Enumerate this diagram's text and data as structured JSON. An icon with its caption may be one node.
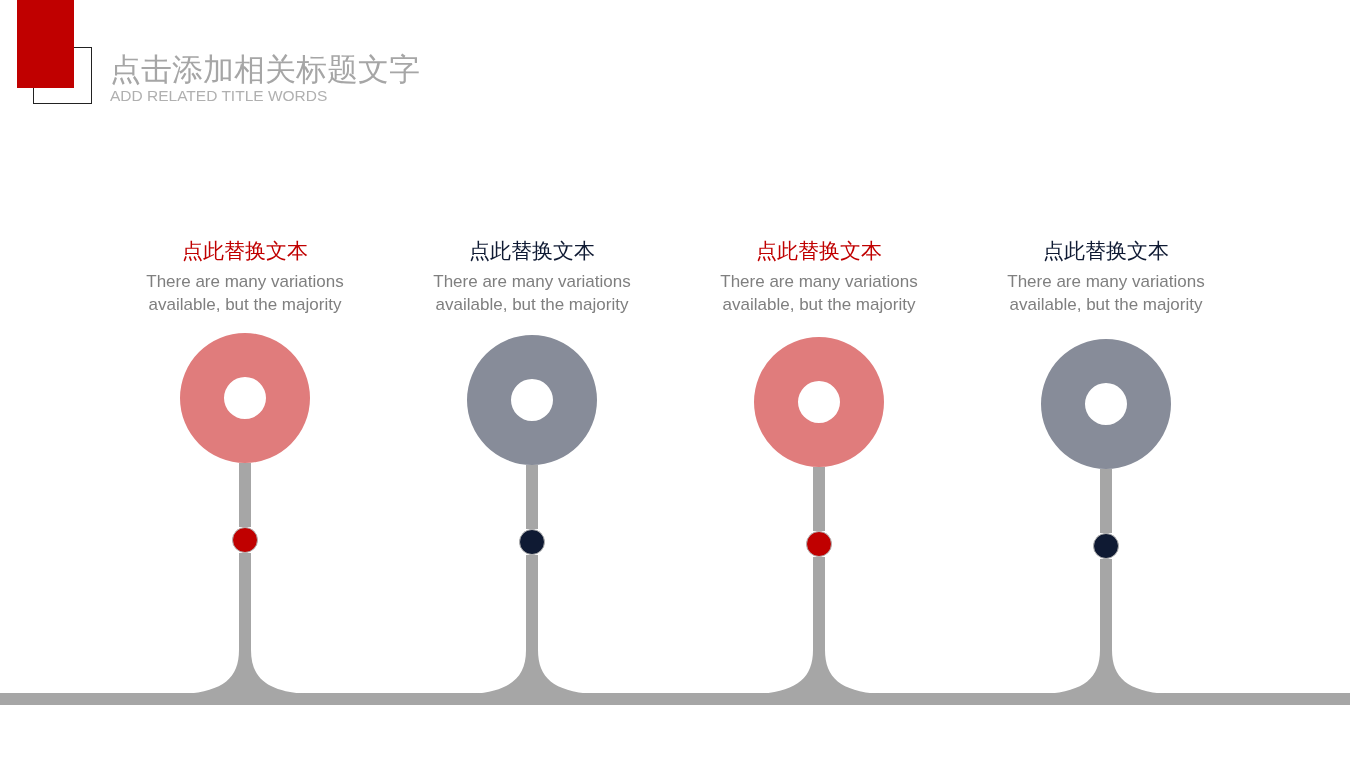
{
  "diagram": {
    "title": "点击添加相关标题文字",
    "nodes": [
      {
        "text": [
          "点此替换文本",
          "There are many variations available, but the majority"
        ]
      },
      {
        "text": [
          "点此替换文本",
          "There are many variations available, but the majority"
        ]
      },
      {
        "text": [
          "点此替换文本",
          "There are many variations available, but the majority"
        ]
      },
      {
        "text": [
          "点此替换文本",
          "There are many variations available, but the majority"
        ]
      },
      {
        "text": [],
        "shape": "circle"
      },
      {
        "text": [],
        "shape": "circle"
      },
      {
        "text": [],
        "shape": "circle"
      },
      {
        "text": [],
        "shape": "circle"
      },
      {
        "text": [],
        "shape": "bar"
      }
    ],
    "edges": [
      {
        "from": 0,
        "to": 4,
        "arrow": "none"
      },
      {
        "from": 1,
        "to": 5,
        "arrow": "none"
      },
      {
        "from": 2,
        "to": 6,
        "arrow": "none"
      },
      {
        "from": 3,
        "to": 7,
        "arrow": "none"
      },
      {
        "from": 4,
        "to": 8,
        "arrow": "none"
      },
      {
        "from": 5,
        "to": 8,
        "arrow": "none"
      },
      {
        "from": 6,
        "to": 8,
        "arrow": "none"
      },
      {
        "from": 7,
        "to": 8,
        "arrow": "none"
      }
    ],
    "labels": [
      "ADD RELATED TITLE WORDS"
    ]
  }
}
